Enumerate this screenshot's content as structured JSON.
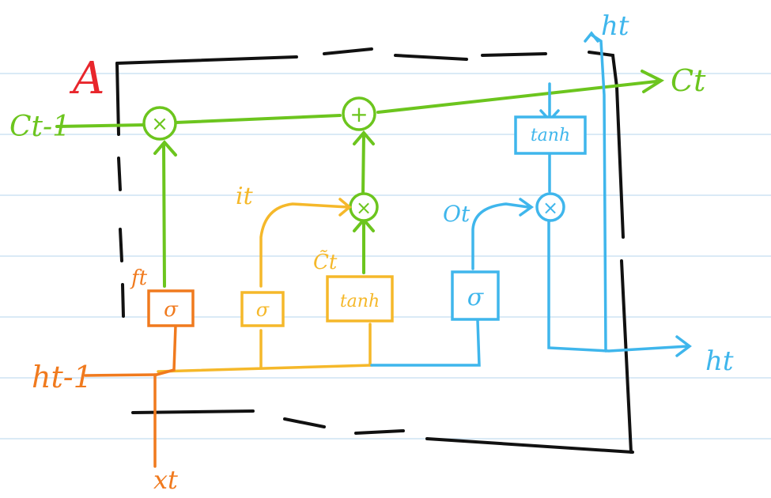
{
  "labels": {
    "cell_name": "A",
    "c_prev": "Ct-1",
    "c_next": "Ct",
    "h_prev": "ht-1",
    "h_out_top": "ht",
    "h_out_right": "ht",
    "x_in": "xt",
    "f_gate": "ft",
    "i_gate": "it",
    "c_tilde": "C̃t",
    "o_gate": "Ot"
  },
  "boxes": {
    "forget": "σ",
    "input": "σ",
    "candidate": "tanh",
    "output": "σ",
    "cell_tanh": "tanh"
  },
  "ops": {
    "forget_mul": "×",
    "add": "+",
    "input_mul": "×",
    "output_mul": "×"
  },
  "colors": {
    "cell_state": "#6cc51e",
    "forget": "#f07a1e",
    "input": "#f5b82a",
    "output": "#3fb6ec",
    "frame": "#111111",
    "title": "#e8262c",
    "ruled": "#cde3f3"
  }
}
